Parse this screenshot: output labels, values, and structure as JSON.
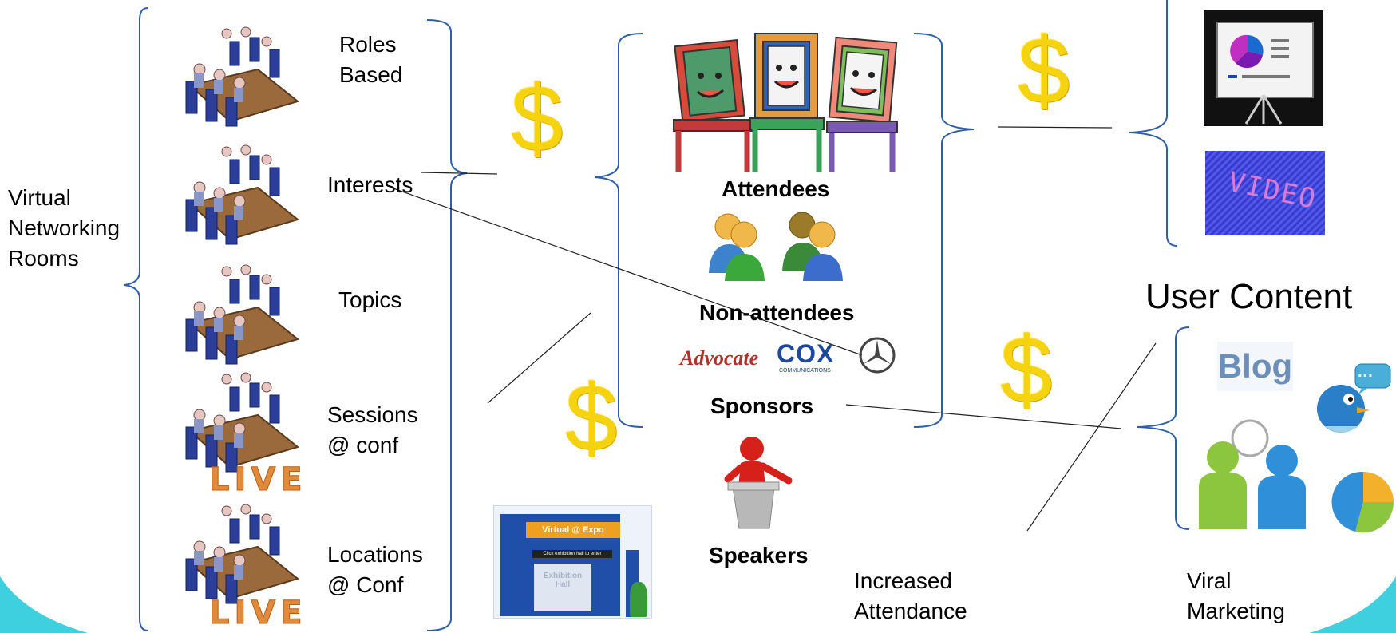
{
  "labels": {
    "virtual_rooms": "Virtual\nNetworking\nRooms",
    "roles_based": "Roles\nBased",
    "interests": "Interests",
    "topics": "Topics",
    "sessions": "Sessions\n@ conf",
    "locations": "Locations\n@ Conf",
    "attendees": "Attendees",
    "non_attendees": "Non-attendees",
    "sponsors": "Sponsors",
    "speakers": "Speakers",
    "increased_attendance": "Increased\nAttendance",
    "viral_marketing": "Viral\nMarketing",
    "user_content": "User Content"
  },
  "symbols": {
    "dollar": "$"
  },
  "live_label": "LIVE",
  "expo": {
    "title": "Virtual @ Expo",
    "banner": "Click exhibition hall to enter",
    "hall": "Exhibition\nHall"
  },
  "sponsor_logos": {
    "advocate": "Advocate",
    "cox": "COX",
    "cox_sub": "COMMUNICATIONS"
  },
  "content_icons": {
    "blog": "Blog",
    "video": "VIDEO",
    "bubble": "..."
  },
  "colors": {
    "bracket": "#2e5ea8",
    "dollar": "#f5d40f",
    "accent_teal": "#3fd0e0",
    "live": "#e08a3a"
  }
}
